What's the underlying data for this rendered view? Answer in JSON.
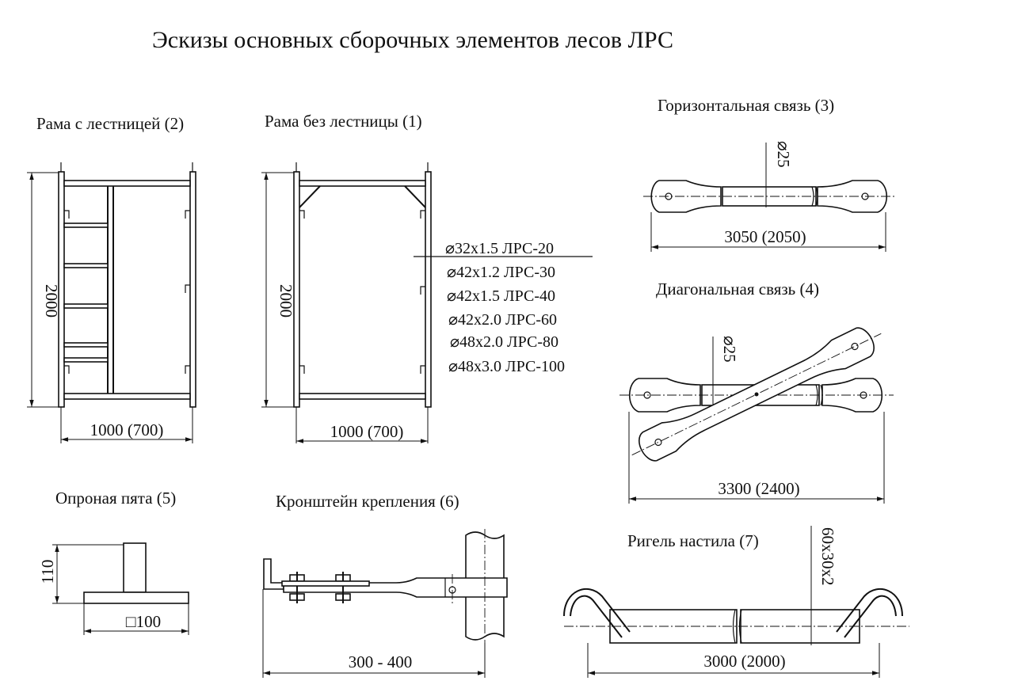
{
  "title": "Эскизы основных сборочных элементов лесов ЛРС",
  "frame_with_ladder": {
    "caption": "Рама с лестницей (2)",
    "height_label": "2000",
    "width_label": "1000 (700)"
  },
  "frame_without_ladder": {
    "caption": "Рама без лестницы (1)",
    "height_label": "2000",
    "width_label": "1000 (700)"
  },
  "pipe_specs": [
    "⌀32x1.5 ЛРС-20",
    "⌀42x1.2 ЛРС-30",
    "⌀42x1.5 ЛРС-40",
    "⌀42x2.0 ЛРС-60",
    "⌀48x2.0 ЛРС-80",
    "⌀48x3.0 ЛРС-100"
  ],
  "horizontal_brace": {
    "caption": "Горизонтальная связь (3)",
    "diameter_label": "⌀25",
    "length_label": "3050 (2050)"
  },
  "diagonal_brace": {
    "caption": "Диагональная связь (4)",
    "diameter_label": "⌀25",
    "length_label": "3300 (2400)"
  },
  "base_plate": {
    "caption": "Опроная пята (5)",
    "height_label": "110",
    "size_label": "□100"
  },
  "bracket": {
    "caption": "Кронштейн крепления (6)",
    "length_label": "300 - 400"
  },
  "deck_beam": {
    "caption": "Ригель настила (7)",
    "section_label": "60x30x2",
    "length_label": "3000 (2000)"
  }
}
